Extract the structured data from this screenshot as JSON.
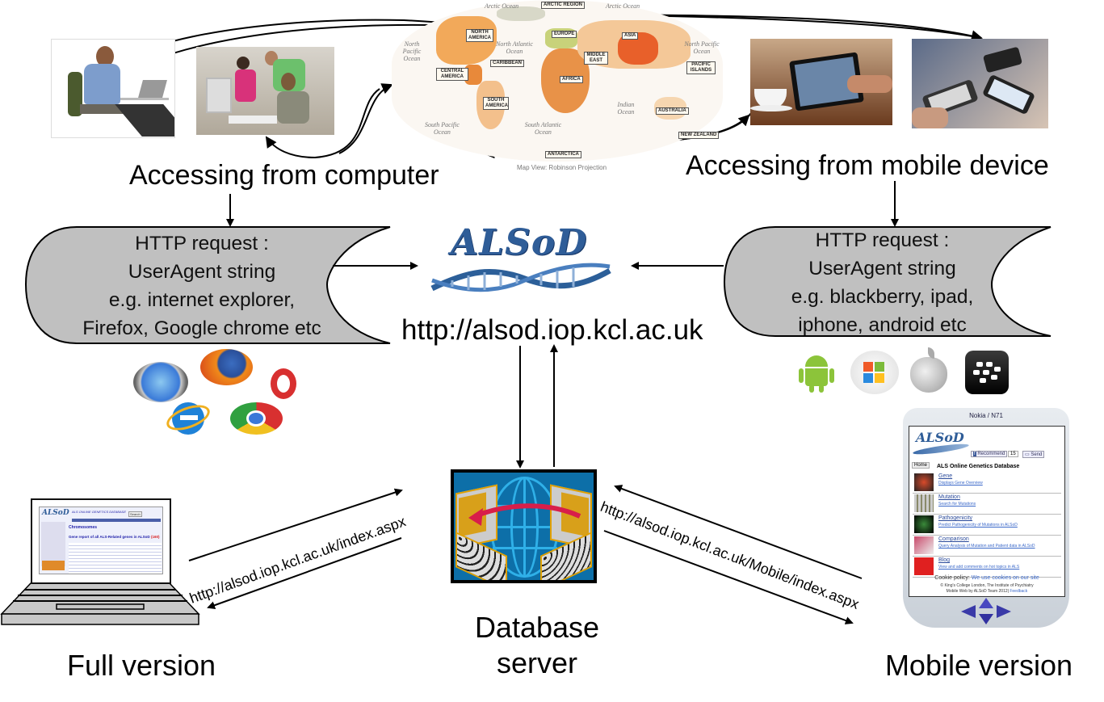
{
  "title": "ALSoD access architecture diagram",
  "top": {
    "computer_caption": "Accessing from computer",
    "mobile_caption": "Accessing from mobile device",
    "photos": [
      {
        "name": "man-at-laptop-photo"
      },
      {
        "name": "students-at-computer-photo"
      },
      {
        "name": "ipad-photo"
      },
      {
        "name": "smartphones-photo"
      }
    ],
    "world_map": {
      "oceans": [
        "Arctic Ocean",
        "Arctic Ocean",
        "North Pacific Ocean",
        "North Atlantic Ocean",
        "North Pacific Ocean",
        "Indian Ocean",
        "South Pacific Ocean",
        "South Atlantic Ocean"
      ],
      "regions": [
        "ARCTIC REGION",
        "NORTH AMERICA",
        "EUROPE",
        "ASIA",
        "CARIBBEAN",
        "MIDDLE EAST",
        "CENTRAL AMERICA",
        "PACIFIC ISLANDS",
        "AFRICA",
        "SOUTH AMERICA",
        "AUSTRALIA",
        "NEW ZEALAND",
        "ANTARCTICA"
      ],
      "caption": "Map View: Robinson Projection"
    }
  },
  "requests": {
    "computer": {
      "lines": [
        "HTTP request :",
        "UserAgent string",
        "e.g. internet explorer,",
        "Firefox, Google chrome etc"
      ]
    },
    "mobile": {
      "lines": [
        "HTTP request :",
        "UserAgent string",
        "e.g. blackberry, ipad,",
        "iphone, android etc"
      ]
    }
  },
  "center": {
    "logo_text": "ALSoD",
    "url": "http://alsod.iop.kcl.ac.uk"
  },
  "browsers": [
    "safari-icon",
    "firefox-icon",
    "opera-icon",
    "internet-explorer-icon",
    "chrome-icon"
  ],
  "mobile_os": [
    "android-icon",
    "windows-icon",
    "apple-icon",
    "blackberry-icon"
  ],
  "server": {
    "caption_line1": "Database",
    "caption_line2": "server"
  },
  "links": {
    "full_url": "http://alsod.iop.kcl.ac.uk/index.aspx",
    "mobile_url": "http://alsod.iop.kcl.ac.uk/Mobile/index.aspx"
  },
  "full_version": {
    "caption": "Full version",
    "screen": {
      "logo": "ALSoD",
      "header": "ALS ONLINE GENETICS DATABASE",
      "search_label": "Search",
      "section": "Chromosomes",
      "heading": "Gene report of all ALS-Related genes in ALSoD",
      "count": "(160)"
    }
  },
  "mobile_version": {
    "caption": "Mobile version",
    "device_title": "Nokia / N71",
    "logo": "ALSoD",
    "recommend_label": "Recommend",
    "recommend_count": "15",
    "send_label": "Send",
    "home_label": "Home",
    "db_title": "ALS Online Genetics Database",
    "items": [
      {
        "title": "Gene",
        "sub": "Displays Gene Overview"
      },
      {
        "title": "Mutation",
        "sub": "Search for Mutations"
      },
      {
        "title": "Pathogenicity",
        "sub": "Predict Pathogenicity of Mutations in ALSoD"
      },
      {
        "title": "Comparison",
        "sub": "Query Analysis of Mutation and Patient data in ALSoD"
      },
      {
        "title": "Blog",
        "sub": "View and add comments on hot topics in ALS"
      }
    ],
    "cookie_label": "Cookie policy:",
    "cookie_text": "We use cookies on our site",
    "footer1": "© King's College London, The Institute of Psychiatry",
    "footer2": "Mobile Web by ALSoD Team 2012|",
    "feedback": "Feedback"
  },
  "colors": {
    "scroll_fill": "#c0c0c0",
    "alsod_blue": "#2f5d98",
    "server_bg": "#0d6fa8",
    "red_arrow": "#d81e4a"
  }
}
